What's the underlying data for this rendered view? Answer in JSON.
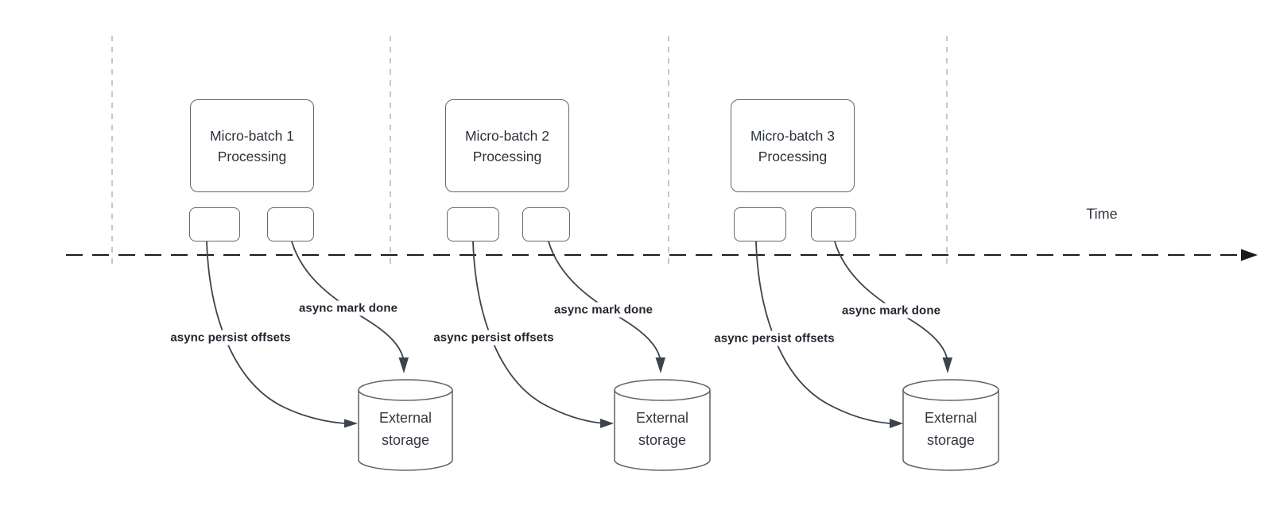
{
  "colors": {
    "shape_border": "#63676d",
    "curve_stroke": "#3c434c",
    "timeline_stroke": "#1b1b1b",
    "divider_stroke": "#b5b5b5",
    "text_dark": "#2d333b"
  },
  "diagram": {
    "time_axis_label": "Time",
    "groups": [
      {
        "title": "Micro-batch 1\nProcessing",
        "persist_label": "async persist offsets",
        "done_label": "async mark done",
        "storage_label": "External\nstorage"
      },
      {
        "title": "Micro-batch 2\nProcessing",
        "persist_label": "async persist offsets",
        "done_label": "async mark done",
        "storage_label": "External\nstorage"
      },
      {
        "title": "Micro-batch 3\nProcessing",
        "persist_label": "async persist offsets",
        "done_label": "async mark done",
        "storage_label": "External\nstorage"
      }
    ]
  }
}
